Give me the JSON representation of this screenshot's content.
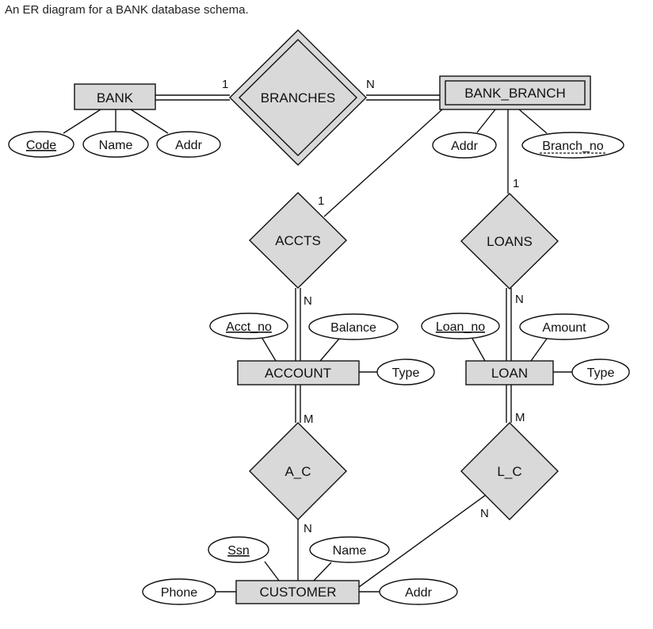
{
  "caption": "An ER diagram for a BANK database schema.",
  "entities": {
    "bank": "BANK",
    "bank_branch": "BANK_BRANCH",
    "account": "ACCOUNT",
    "loan": "LOAN",
    "customer": "CUSTOMER"
  },
  "relationships": {
    "branches": "BRANCHES",
    "accts": "ACCTS",
    "loans": "LOANS",
    "a_c": "A_C",
    "l_c": "L_C"
  },
  "attributes": {
    "bank_code": "Code",
    "bank_name": "Name",
    "bank_addr": "Addr",
    "branch_addr": "Addr",
    "branch_no": "Branch_no",
    "acct_no": "Acct_no",
    "balance": "Balance",
    "account_type": "Type",
    "loan_no": "Loan_no",
    "amount": "Amount",
    "loan_type": "Type",
    "ssn": "Ssn",
    "cust_name": "Name",
    "phone": "Phone",
    "cust_addr": "Addr"
  },
  "cardinalities": {
    "branches_bank": "1",
    "branches_branch": "N",
    "accts_branch": "1",
    "accts_account": "N",
    "loans_branch": "1",
    "loans_loan": "N",
    "a_c_account": "M",
    "a_c_customer": "N",
    "l_c_loan": "M",
    "l_c_customer": "N"
  }
}
